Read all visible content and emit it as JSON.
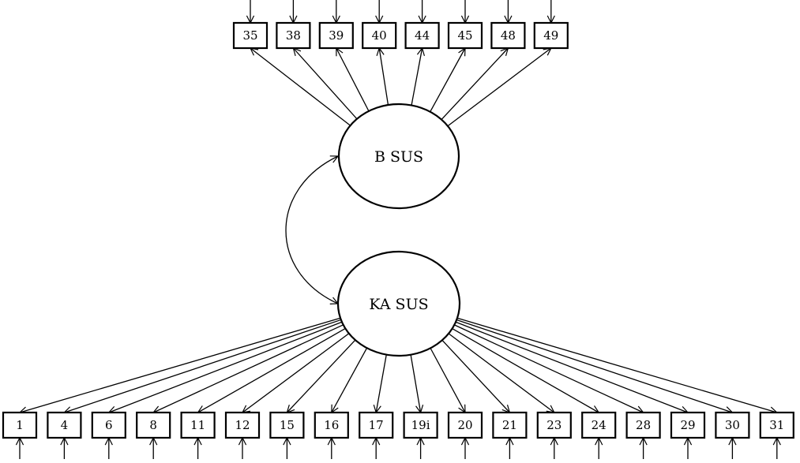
{
  "factors": {
    "top": {
      "id": "b-sus",
      "label": "B SUS"
    },
    "bottom": {
      "id": "ka-sus",
      "label": "KA SUS"
    }
  },
  "top_indicators": [
    "35",
    "38",
    "39",
    "40",
    "44",
    "45",
    "48",
    "49"
  ],
  "bottom_indicators": [
    "1",
    "4",
    "6",
    "8",
    "11",
    "12",
    "15",
    "16",
    "17",
    "19i",
    "20",
    "21",
    "23",
    "24",
    "28",
    "29",
    "30",
    "31"
  ],
  "correlation": {
    "from": "B SUS",
    "to": "KA SUS"
  }
}
